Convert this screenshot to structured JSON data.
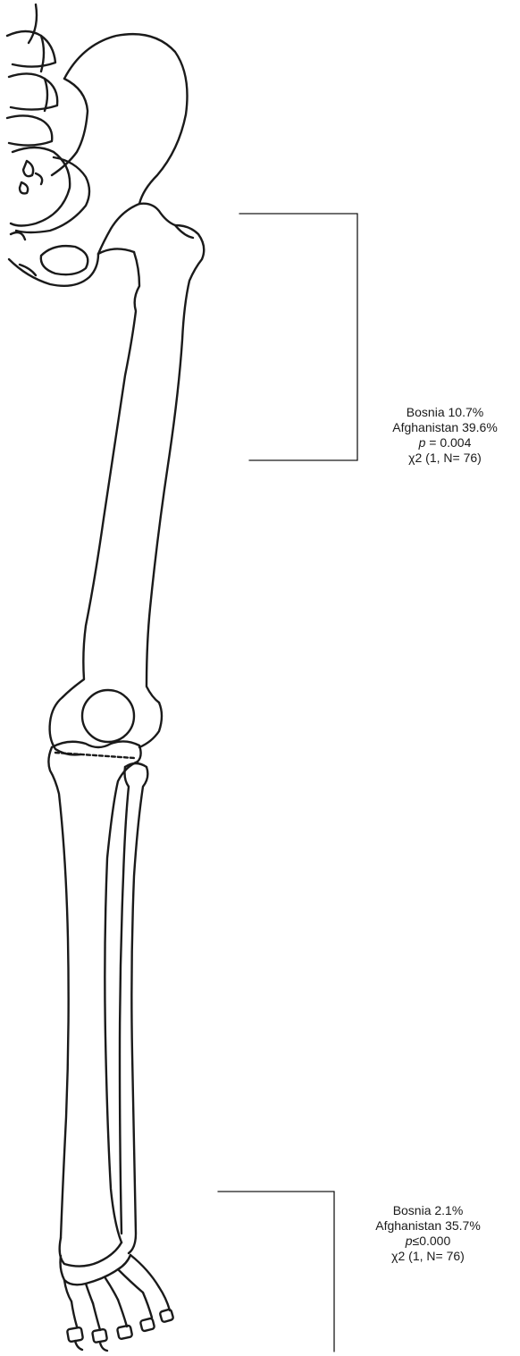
{
  "annotations": {
    "femur": {
      "line1": "Bosnia 10.7%",
      "line2": "Afghanistan 39.6%",
      "p_symbol": "p",
      "p_rest": " = 0.004",
      "chi": "χ2 (1, N= 76)"
    },
    "foot": {
      "line1": "Bosnia 2.1%",
      "line2": "Afghanistan 35.7%",
      "p_symbol": "p",
      "p_rest": "≤0.000",
      "chi": "χ2 (1, N= 76)"
    }
  },
  "colors": {
    "stroke": "#1a1a1a",
    "text": "#1a1a1a",
    "fill": "#ffffff"
  }
}
